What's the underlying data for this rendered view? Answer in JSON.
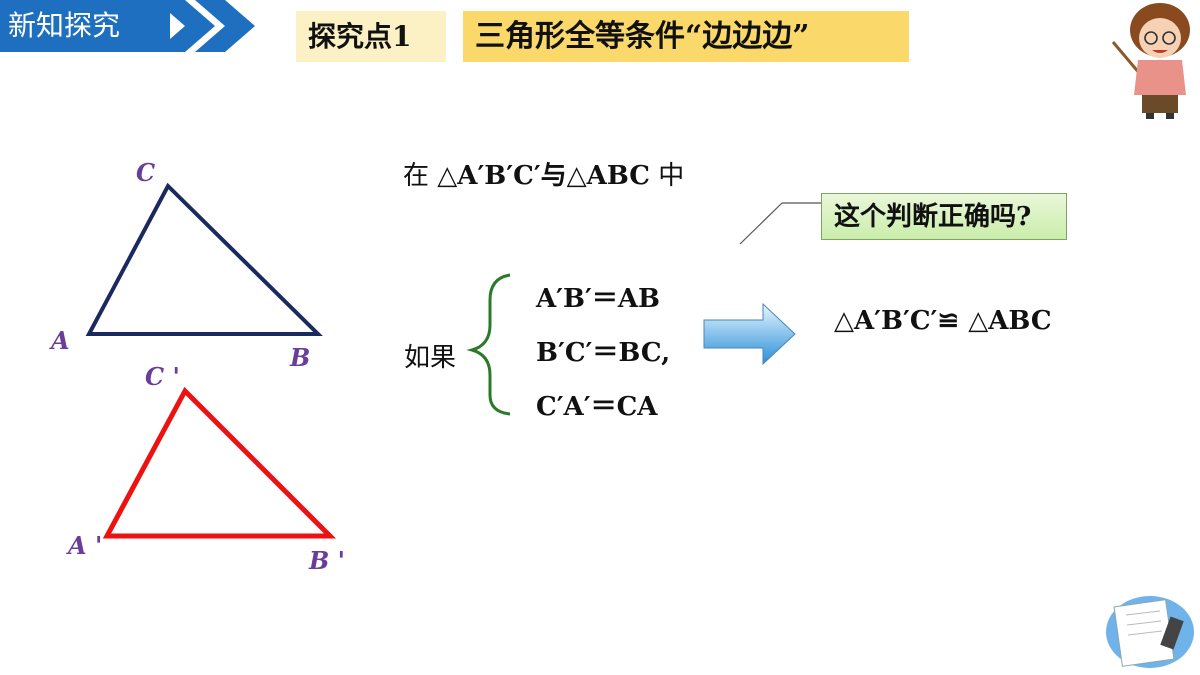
{
  "header": {
    "section": "新知探究",
    "tag": "探究点1",
    "title": "三角形全等条件“边边边”"
  },
  "triangle_abc": {
    "label_c": "C",
    "label_a": "A",
    "label_b": "B",
    "stroke": "#1a2a5e"
  },
  "triangle_prime": {
    "label_c": "C '",
    "label_a": "A '",
    "label_b": "B '",
    "stroke": "#ee1111"
  },
  "statement": {
    "in_text": "在",
    "triangles": "△A′B′C′与△ABC",
    "middle": "中",
    "if_text": "如果",
    "conditions": [
      "A′B′＝AB",
      "B′C′＝BC,",
      "C′A′＝CA"
    ],
    "conclusion": "△A′B′C′≌ △ABC"
  },
  "callout": {
    "text": "这个判断正确吗?"
  },
  "colors": {
    "banner": "#1f6fc1",
    "tag_bg": "#fbf1c4",
    "title_bg": "#fad96a",
    "brace": "#2a7a2a",
    "arrow": "#3aa0e0"
  }
}
